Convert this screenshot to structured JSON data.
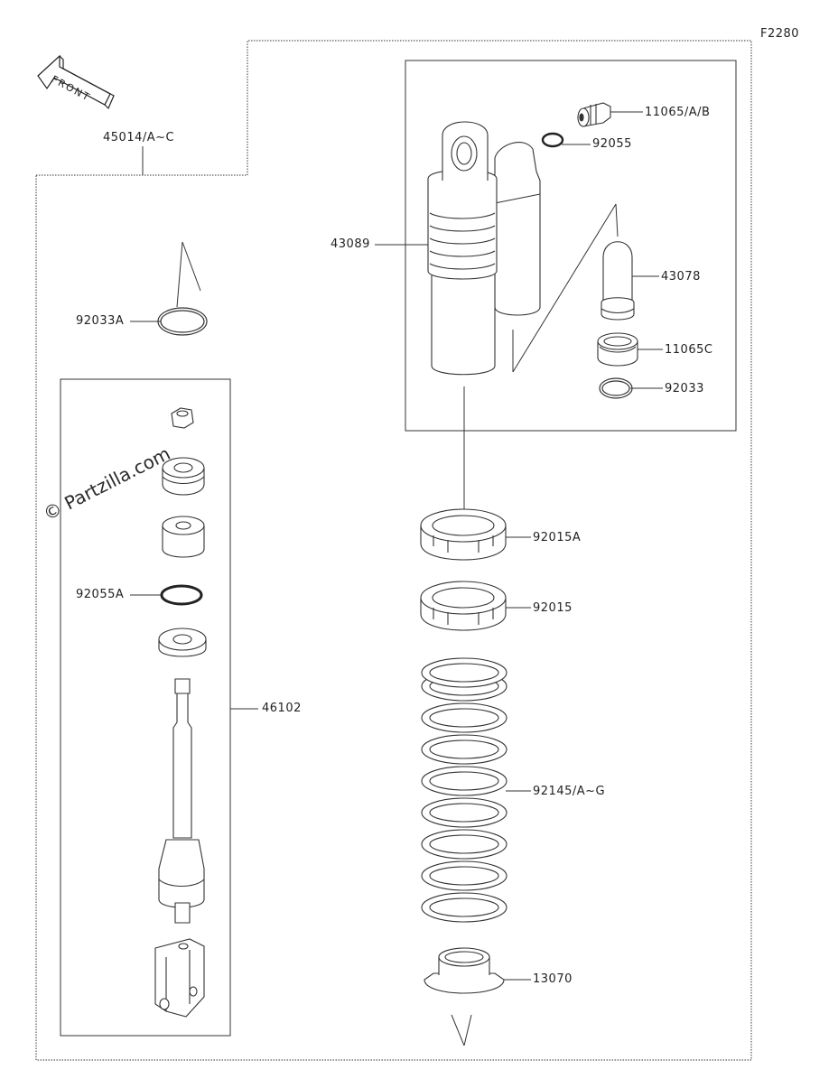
{
  "diagram": {
    "figure_code": "F2280",
    "front_label": "FRONT",
    "watermark": "© Partzilla.com",
    "parts": {
      "assembly": "45014/A~C",
      "circlip_upper": "92033A",
      "shock_body": "43089",
      "valve": "11065/A/B",
      "oring_upper": "92055",
      "bladder": "43078",
      "cap": "11065C",
      "circlip_small": "92033",
      "locknut_a": "92015A",
      "locknut_b": "92015",
      "spring": "92145/A~G",
      "spring_seat": "13070",
      "oring_lower": "92055A",
      "rod_assembly": "46102"
    }
  }
}
